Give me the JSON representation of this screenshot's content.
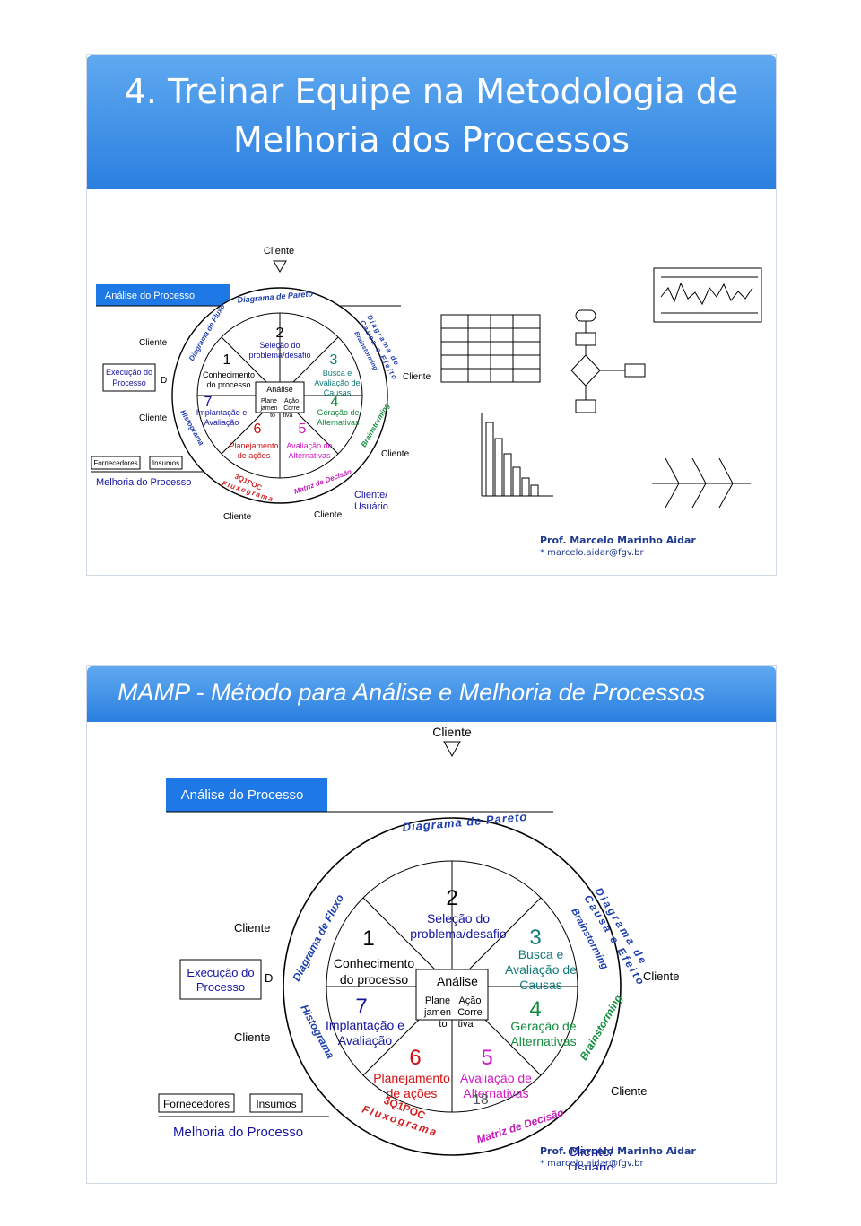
{
  "slide1": {
    "title": "4. Treinar Equipe na Metodologia de Melhoria dos Processos",
    "author": "Prof. Marcelo Marinho Aidar",
    "email": "* marcelo.aidar@fgv.br"
  },
  "slide2": {
    "title": "MAMP - Método para Análise e Melhoria de Processos",
    "author": "Prof. Marcelo Marinho Aidar",
    "email": "* marcelo.aidar@fgv.br",
    "page_number": "18"
  },
  "diagram": {
    "cliente": "Cliente",
    "analise_processo": "Análise do Processo",
    "melhoria_processo": "Melhoria do Processo",
    "execucao_processo_1": "Execução do",
    "execucao_processo_2": "Processo",
    "d": "D",
    "fornecedores": "Fornecedores",
    "insumos": "Insumos",
    "cliente_usuario_1": "Cliente/",
    "cliente_usuario_2": "Usuário",
    "analise": "Análise",
    "step1_num": "1",
    "step1_l1": "Conhecimento",
    "step1_l2": "do processo",
    "step2_num": "2",
    "step2_l1": "Seleção do",
    "step2_l2": "problema/desafio",
    "step3_num": "3",
    "step3_l1": "Busca e",
    "step3_l2": "Avaliação de",
    "step3_l3": "Causas",
    "step4_num": "4",
    "step4_l1": "Geração de",
    "step4_l2": "Alternativas",
    "step5_num": "5",
    "step5_l1": "Avaliação de",
    "step5_l2": "Alternativas",
    "step6_num": "6",
    "step6_l1": "Planejamento",
    "step6_l2": "de ações",
    "step7_num": "7",
    "step7_l1": "Implantação e",
    "step7_l2": "Avaliação",
    "plan_l1": "Plane",
    "plan_l2": "jamen",
    "plan_l3": "to",
    "acao_l1": "Ação",
    "acao_l2": "Corre",
    "acao_l3": "tiva",
    "tool_pareto": "Diagrama de Pareto",
    "tool_causa_1": "Diagrama de",
    "tool_causa_2": "Causa e Efeito",
    "tool_brainstorming": "Brainstorming",
    "tool_fluxo": "Diagrama de Fluxo",
    "tool_histograma": "Histograma",
    "tool_3q1poc": "3Q1POC",
    "tool_fluxograma": "Fluxograma",
    "tool_matriz": "Matriz de Decisão"
  },
  "colors": {
    "banner": "#3c8fe8",
    "step_green": "#108a3c",
    "step_blue": "#1414a0",
    "step_teal": "#127a7a",
    "step_magenta": "#d418c8",
    "step_red": "#d10f0f",
    "tool_blue": "#1f3fb0",
    "tool_magenta": "#c11ab8",
    "tool_red": "#d42020"
  }
}
